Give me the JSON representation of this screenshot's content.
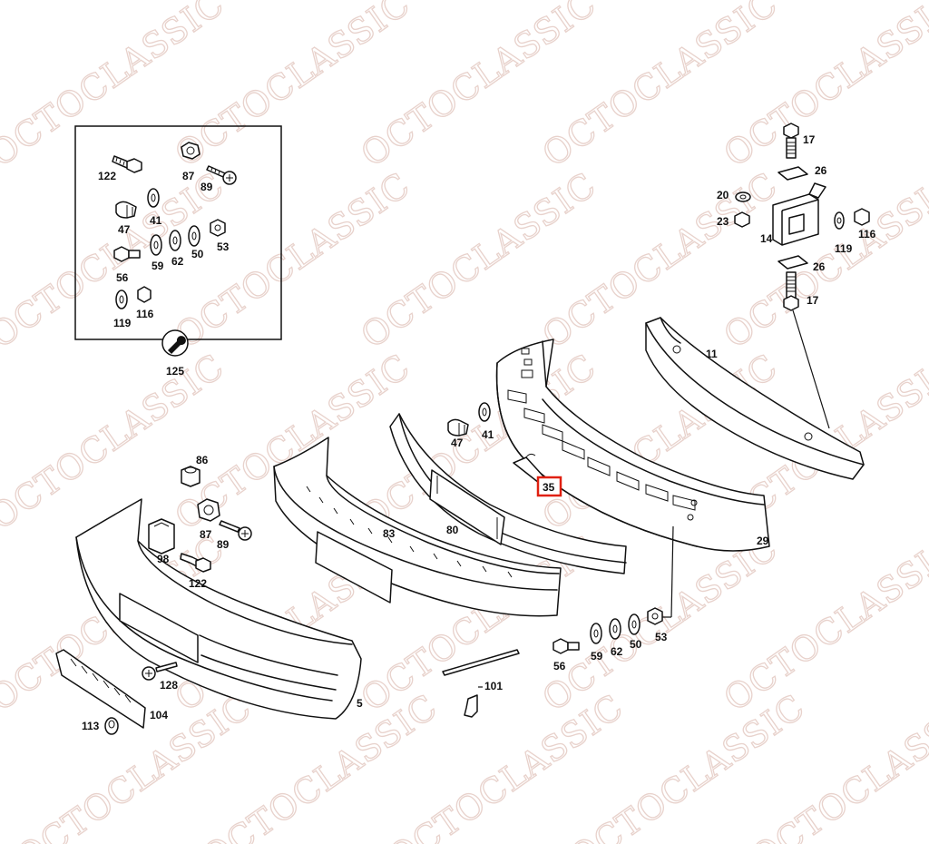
{
  "watermark": "OCTOCLASSIC",
  "highlight_label": "35",
  "labels": {
    "l122a": "122",
    "l87a": "87",
    "l89a": "89",
    "l47a": "47",
    "l41a": "41",
    "l56a": "56",
    "l59a": "59",
    "l62a": "62",
    "l50a": "50",
    "l53a": "53",
    "l119a": "119",
    "l116a": "116",
    "l125": "125",
    "l17a": "17",
    "l26a": "26",
    "l20": "20",
    "l23": "23",
    "l14": "14",
    "l119b": "119",
    "l116b": "116",
    "l26b": "26",
    "l17b": "17",
    "l11": "11",
    "l47b": "47",
    "l41b": "41",
    "l29": "29",
    "l80": "80",
    "l83": "83",
    "l86": "86",
    "l98": "98",
    "l87b": "87",
    "l89b": "89",
    "l122b": "122",
    "l128": "128",
    "l113": "113",
    "l104": "104",
    "l5": "5",
    "l101": "101",
    "l56b": "56",
    "l59b": "59",
    "l62b": "62",
    "l50b": "50",
    "l53b": "53"
  },
  "colors": {
    "highlight": "#e02010",
    "watermark": "#e8d2cc",
    "lines": "#111111"
  }
}
